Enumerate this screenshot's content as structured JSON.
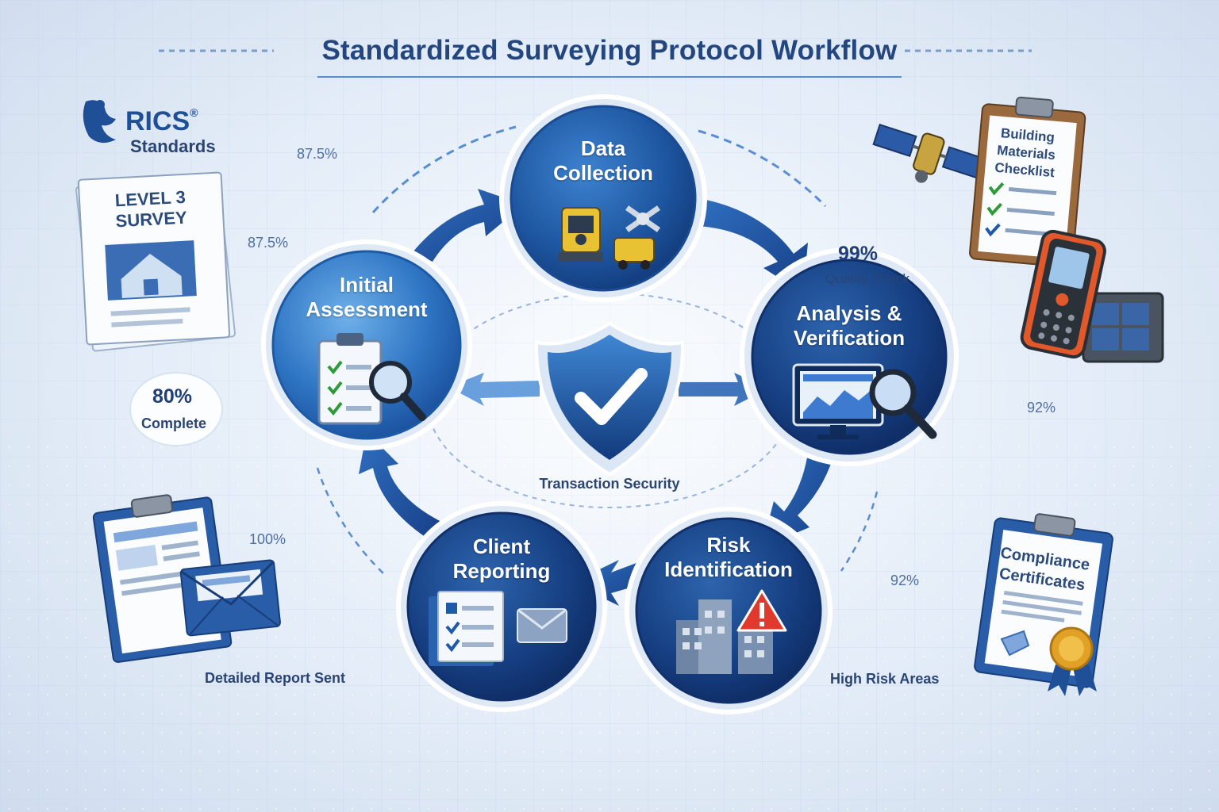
{
  "title": "Standardized Surveying Protocol Workflow",
  "logo": {
    "brand": "RICS",
    "registered": "®",
    "subtitle": "Standards"
  },
  "steps": {
    "data_collection": "Data\nCollection",
    "analysis": "Analysis &\nVerification",
    "risk": "Risk\nIdentification",
    "reporting": "Client\nReporting",
    "initial": "Initial\nAssessment"
  },
  "center": {
    "label": "Transaction Security"
  },
  "metrics": {
    "top_left_a": "87.5%",
    "top_left_b": "87.5%",
    "progress_value": "80%",
    "progress_label": "Complete",
    "reporting_pct": "100%",
    "quality_value": "99%",
    "quality_label": "Quality Check",
    "right_pct": "92%",
    "risk_pct": "92%"
  },
  "captions": {
    "report_sent": "Detailed Report Sent",
    "high_risk": "High Risk Areas"
  },
  "documents": {
    "survey": "LEVEL 3\nSURVEY",
    "checklist": "Building\nMaterials\nChecklist",
    "certificates": "Compliance\nCertificates"
  },
  "colors": {
    "primary_dark": "#173f86",
    "primary": "#1f5aa8",
    "primary_light": "#3f84cc",
    "accent_check": "#2e9a3a",
    "warning": "#e03a2f",
    "text": "#24467f"
  },
  "icons": {
    "center": "shield-check-icon",
    "data_collection": "total-station-icon",
    "analysis": "monitor-magnifier-icon",
    "risk": "building-warning-icon",
    "reporting": "report-envelope-icon",
    "initial": "clipboard-magnifier-icon"
  }
}
